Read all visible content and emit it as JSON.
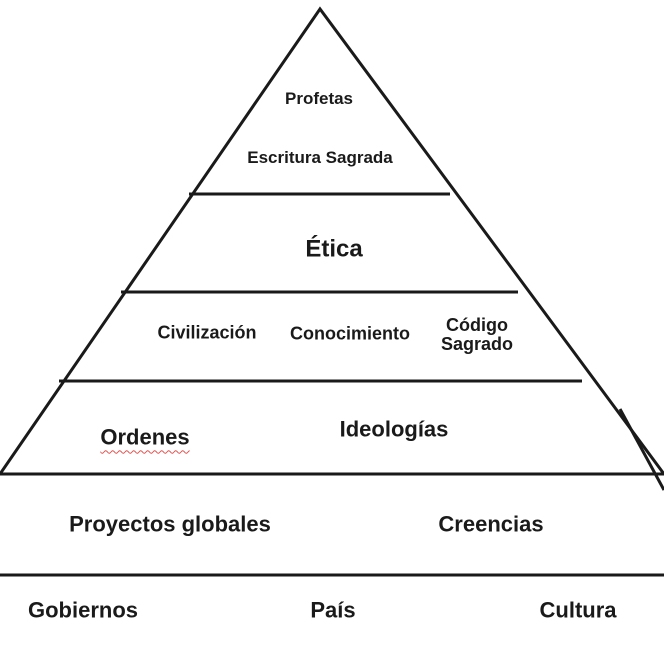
{
  "pyramid": {
    "top": {
      "line1": "Profetas",
      "line2": "Escritura Sagrada"
    },
    "level2": {
      "center": "Ética"
    },
    "level3": {
      "left": "Civilización",
      "center": "Conocimiento",
      "right_line1": "Código",
      "right_line2": "Sagrado"
    },
    "level4": {
      "left": "Ordenes",
      "right": "Ideologías"
    }
  },
  "base_rows": {
    "row1": {
      "left": "Proyectos globales",
      "right": "Creencias"
    },
    "row2": {
      "left": "Gobiernos",
      "center": "País",
      "right": "Cultura"
    }
  },
  "colors": {
    "line": "#1a1a1a",
    "text": "#1a1a1a",
    "background": "#ffffff",
    "spellcheck_underline": "#e0524f"
  }
}
